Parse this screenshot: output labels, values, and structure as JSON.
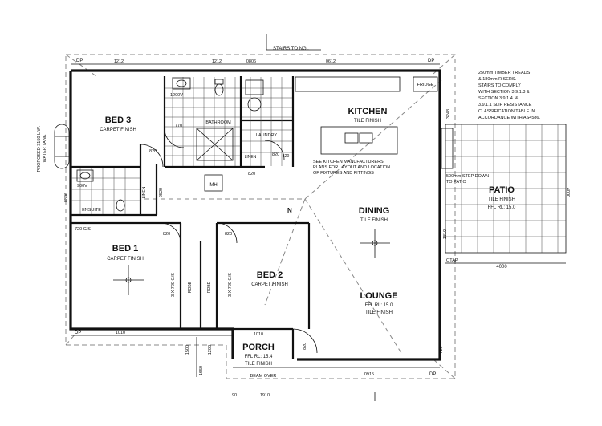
{
  "rooms": {
    "bed3": {
      "name": "BED 3",
      "finish": "CARPET FINISH"
    },
    "bed1": {
      "name": "BED 1",
      "finish": "CARPET FINISH"
    },
    "bed2": {
      "name": "BED 2",
      "finish": "CARPET FINISH"
    },
    "kitchen": {
      "name": "KITCHEN",
      "finish": "TILE FINISH"
    },
    "dining": {
      "name": "DINING",
      "finish": "TILE FINISH"
    },
    "lounge": {
      "name": "LOUNGE",
      "rl": "FFL RL: 15.0",
      "finish": "TILE FINISH"
    },
    "porch": {
      "name": "PORCH",
      "rl": "FFL RL: 15.4",
      "finish": "TILE FINISH"
    },
    "patio": {
      "name": "PATIO",
      "finish": "TILE FINISH",
      "rl": "FFL RL: 15.0"
    },
    "bathroom": {
      "name": "BATHROOM"
    },
    "laundry": {
      "name": "LAUNDRY"
    },
    "ensuite": {
      "name": "ENSUITE"
    },
    "linen1": {
      "name": "LINEN"
    },
    "linen2": {
      "name": "LINEN"
    },
    "robe1": {
      "name": "ROBE"
    },
    "robe2": {
      "name": "ROBE"
    },
    "mh": {
      "name": "MH"
    }
  },
  "notes": {
    "kitchen_note": [
      "SEE KITCHEN MANUFACTURERS",
      "PLANS FOR LAYOUT AND LOCATION",
      "OF FIXTURES AND FITTINGS"
    ],
    "stairs_note": [
      "250mm TIMBER TREADS",
      "& 180mm RISERS.",
      "STAIRS TO COMPLY",
      "WITH SECTION 3.9.1.3 &",
      "SECTION 3.9.1.4. &",
      "3.9.1.1 SLIP RESISTANCE",
      "CLASSIFICATION TABLE IN",
      "ACCORDANCE WITH AS4586."
    ],
    "step_note": [
      "500mm STEP DOWN",
      "TO PATIO"
    ],
    "stairs_top": "STAIRS TO NGL",
    "water_tank": [
      "PROPOSED 3150 L.W.",
      "WATER TANK"
    ],
    "beam_over": "BEAM OVER",
    "fridge": "FRIDGE"
  },
  "dims": {
    "top": [
      "1212",
      "1212",
      "0806",
      "0612"
    ],
    "dp_labels": [
      "DP",
      "DP",
      "DP",
      "DP"
    ],
    "d1200v": "1200V",
    "d770": "770",
    "d820a": "820",
    "d820b": "820",
    "d820c": "820",
    "d820d": "820",
    "d820e": "820",
    "d820f": "820",
    "d900v": "900V",
    "d720": "720",
    "d520": "520",
    "d0806": "0806",
    "linen_dim": "2520",
    "robe_dim1": "3 X 720 G/S",
    "robe_dim2": "3 X 720 G/S",
    "d1010a": "1010",
    "d1010b": "1010",
    "d0915": "0915",
    "d1500": "1500",
    "d1650": "1650",
    "d1200": "1200",
    "d90": "90",
    "d1910": "1910",
    "d4000": "4000",
    "otap": "OTAP",
    "d3248": "3248",
    "patio_dim": "4000",
    "d1810": "1810",
    "d720cs": "720 C/S",
    "north": "N"
  }
}
